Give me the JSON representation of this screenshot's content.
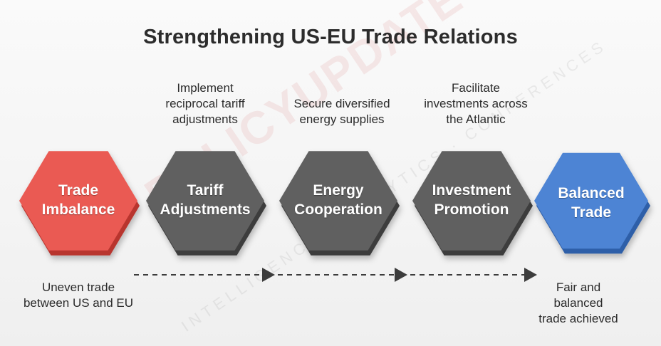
{
  "title": "Strengthening US-EU Trade Relations",
  "watermark": {
    "main": "POLICYUPDATE",
    "sub": "INTELLIGENCE · ANALYTICS · CONFERENCES"
  },
  "colors": {
    "red": "#d9463f",
    "dark": "#585858",
    "blue": "#3f75c4",
    "arrow": "#3c3c3c"
  },
  "nodes": [
    {
      "label": "Trade\nImbalance",
      "color": "red",
      "caption": "Uneven trade\nbetween US and EU"
    },
    {
      "label": "Tariff\nAdjustments",
      "color": "dark",
      "caption": "Implement\nreciprocal tariff\nadjustments"
    },
    {
      "label": "Energy\nCooperation",
      "color": "dark",
      "caption": "Secure diversified\nenergy supplies"
    },
    {
      "label": "Investment\nPromotion",
      "color": "dark",
      "caption": "Facilitate\ninvestments across\nthe Atlantic"
    },
    {
      "label": "Balanced\nTrade",
      "color": "blue",
      "caption": "Fair and\nbalanced\ntrade achieved"
    }
  ]
}
